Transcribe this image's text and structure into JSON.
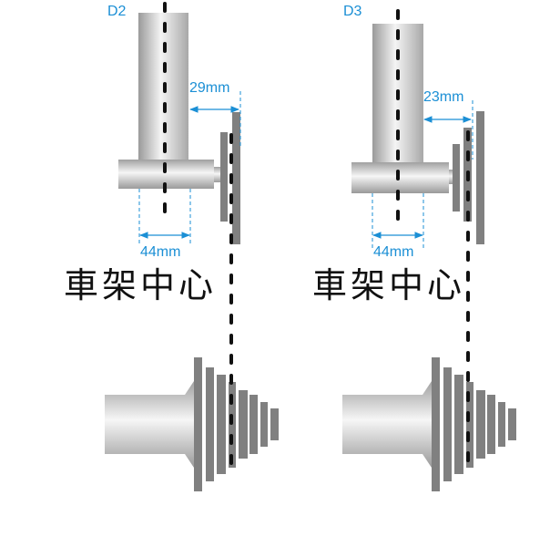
{
  "diagrams": [
    {
      "label": "D2",
      "offset_dim": "29mm",
      "width_dim": "44mm",
      "caption": "車架中心"
    },
    {
      "label": "D3",
      "offset_dim": "23mm",
      "width_dim": "44mm",
      "caption": "車架中心"
    }
  ],
  "colors": {
    "dimension": "#1b8fd5",
    "plate": "#808080",
    "centerline": "#111111"
  }
}
